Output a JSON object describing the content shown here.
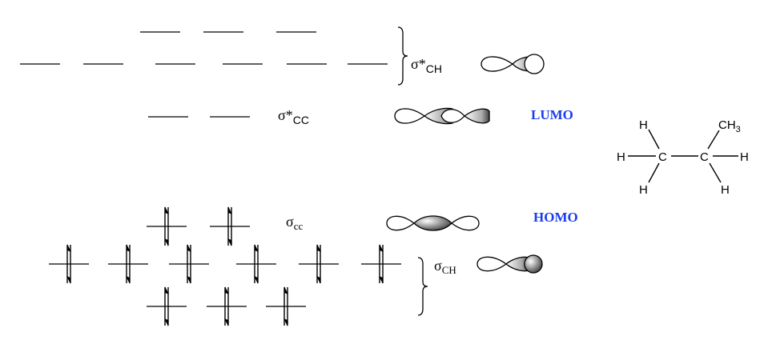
{
  "labels": {
    "sigma_star_ch": {
      "sym": "σ*",
      "sub": "CH"
    },
    "sigma_star_cc": {
      "sym": "σ*",
      "sub": "CC"
    },
    "sigma_cc": {
      "sym": "σ",
      "sub": "cc"
    },
    "sigma_ch": {
      "sym": "σ",
      "sub": "CH"
    },
    "lumo": "LUMO",
    "homo": "HOMO"
  },
  "molecule": {
    "atoms": {
      "c1": "C",
      "c2": "C",
      "h": "H",
      "ch3": "CH",
      "ch3_sub": "3"
    }
  },
  "colors": {
    "frontier_label": "#1a3cf0"
  }
}
